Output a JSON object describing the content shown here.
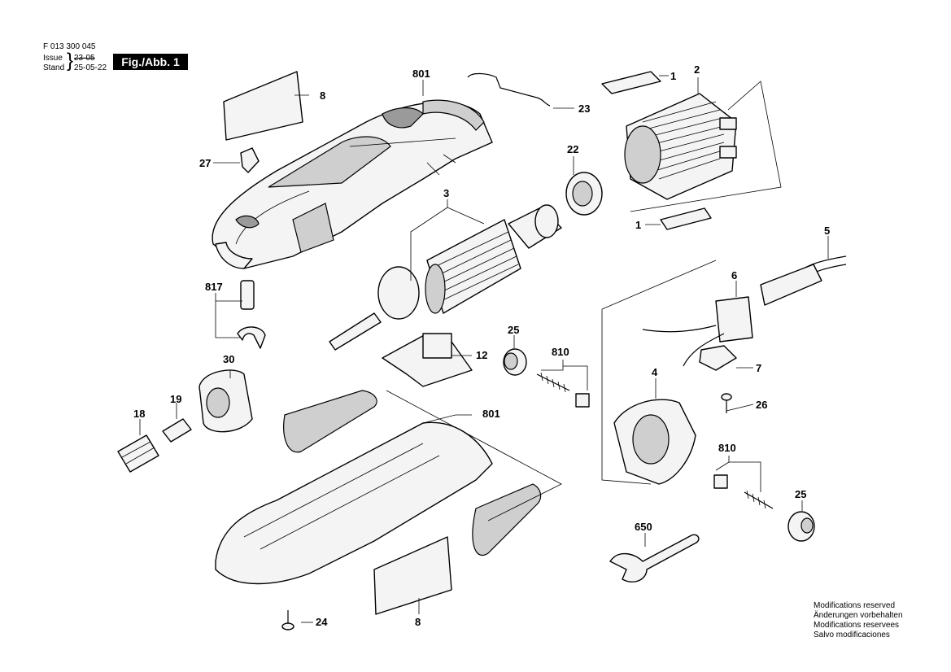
{
  "header": {
    "part_number": "F 013 300 045",
    "issue_label": "Issue",
    "issue_value": "23-05",
    "stand_label": "Stand",
    "stand_value": "25-05-22",
    "figure_label": "Fig./Abb. 1"
  },
  "callouts": [
    "801",
    "8",
    "27",
    "23",
    "1",
    "2",
    "22",
    "3",
    "1",
    "5",
    "817",
    "6",
    "30",
    "12",
    "25",
    "810",
    "7",
    "4",
    "18",
    "19",
    "801",
    "26",
    "810",
    "25",
    "650",
    "24",
    "8"
  ],
  "notes": [
    "Modifications reserved",
    "Änderungen vorbehalten",
    "Modifications reservees",
    "Salvo modificaciones"
  ]
}
